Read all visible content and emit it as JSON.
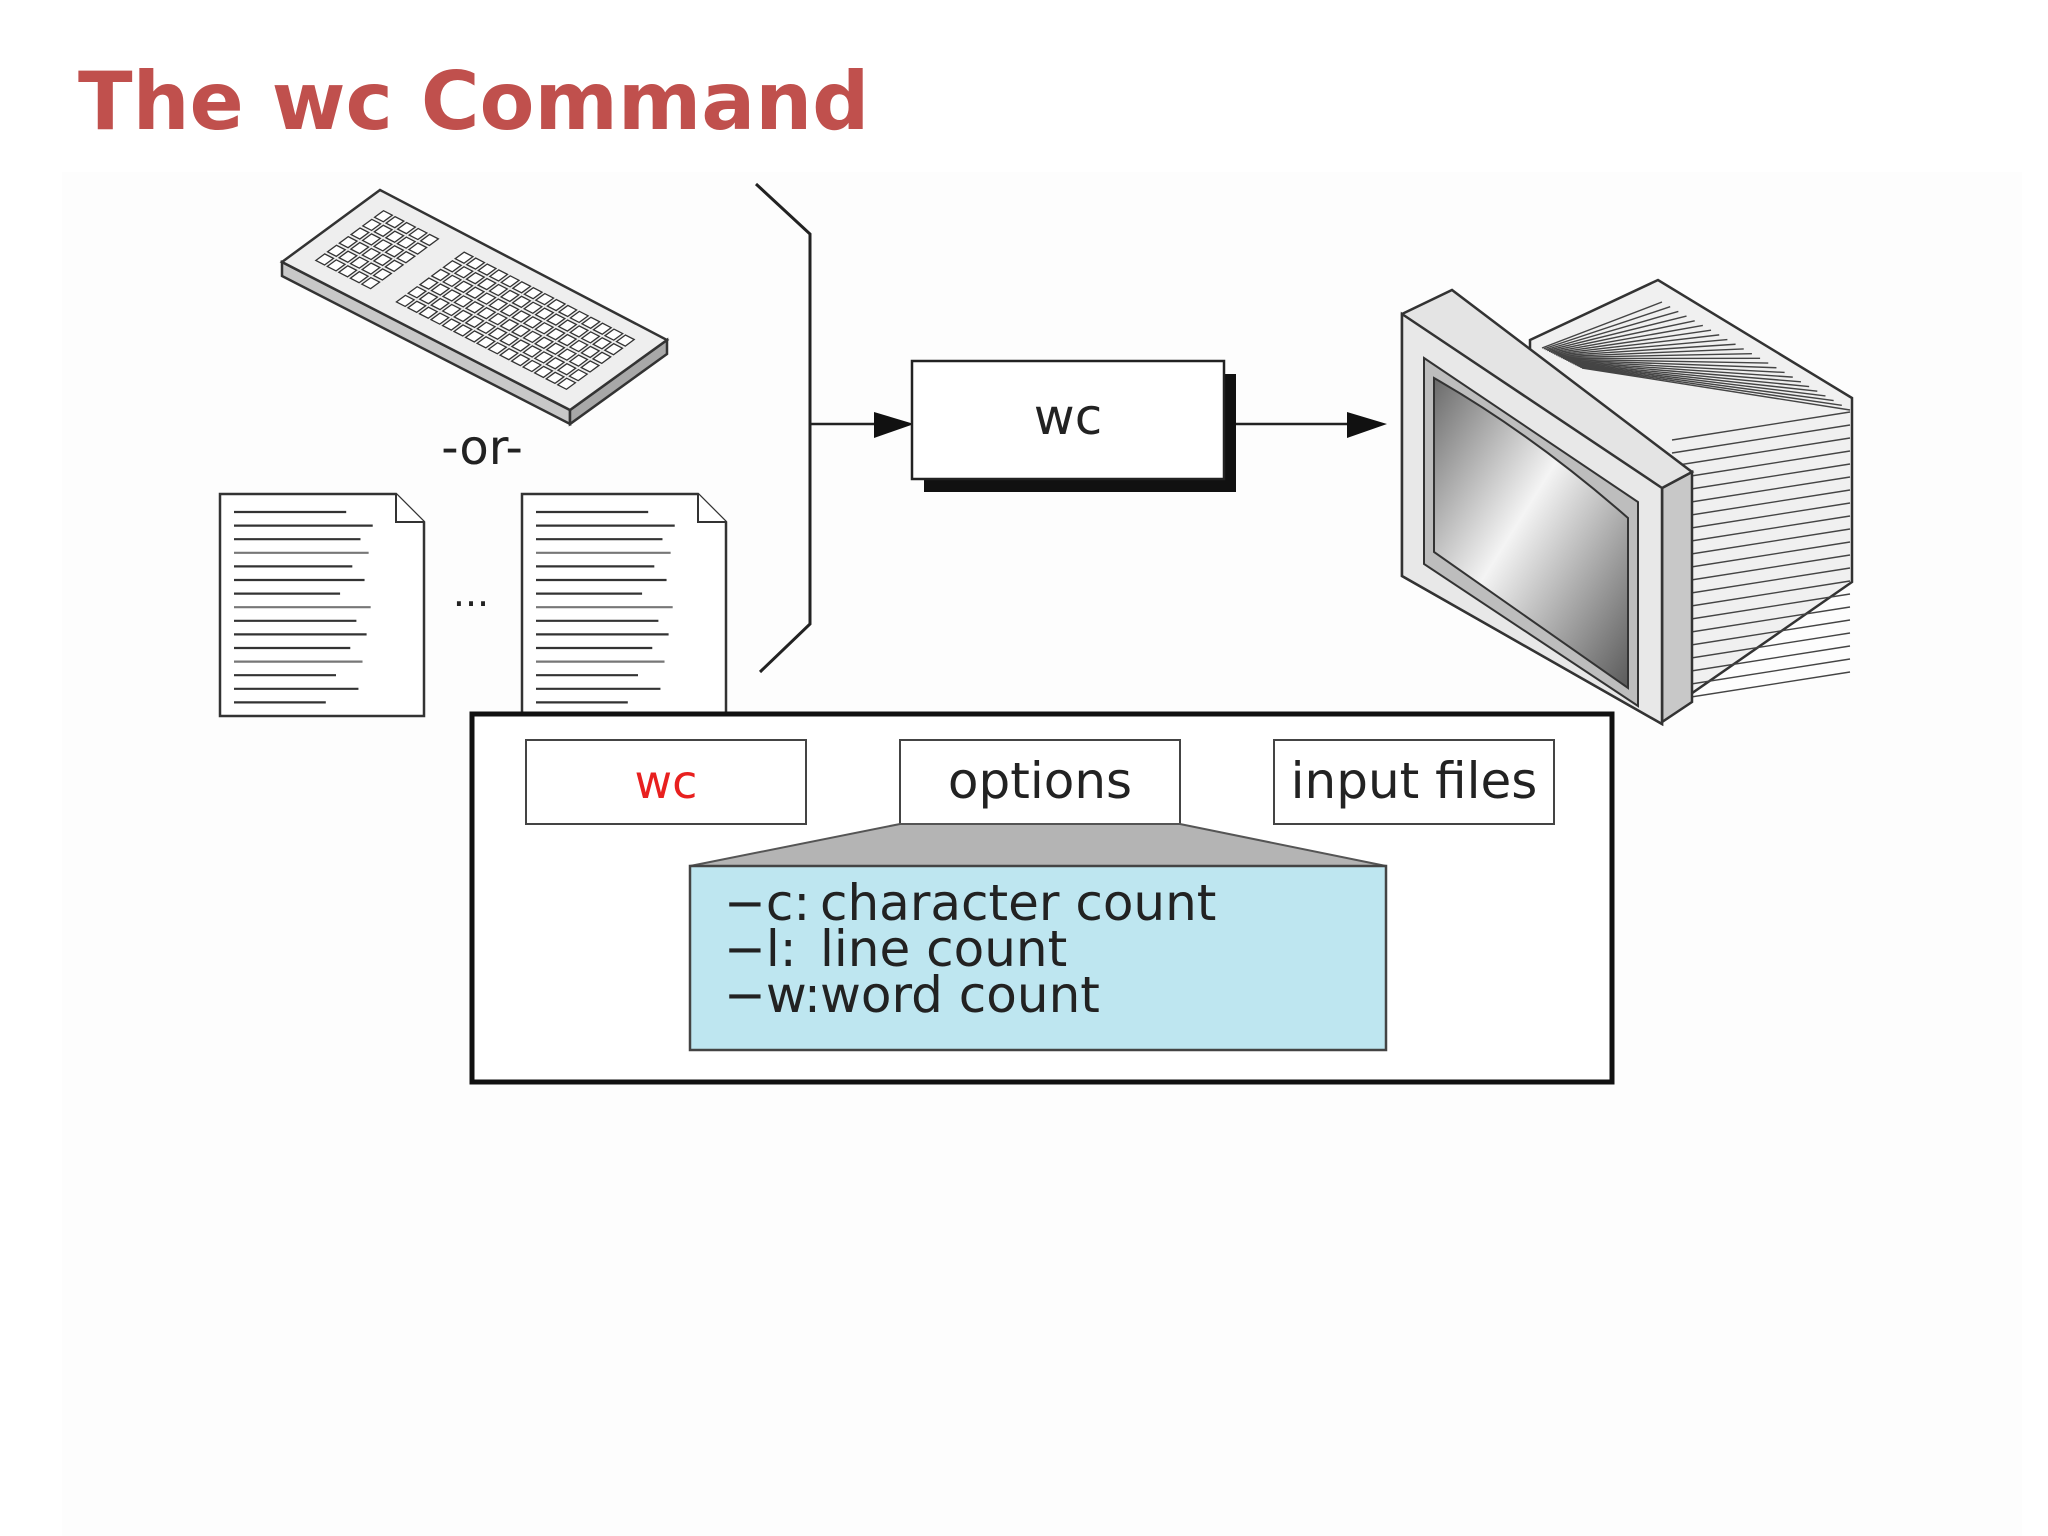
{
  "slide": {
    "title": "The wc Command"
  },
  "diagram": {
    "separator": "-or-",
    "ellipsis": "...",
    "process_label": "wc",
    "icons": {
      "keyboard": "keyboard-icon",
      "document": "document-icon",
      "monitor": "monitor-icon"
    },
    "syntax": {
      "command": "wc",
      "options": "options",
      "inputs": "input files",
      "option_list": [
        {
          "flag": "−c:",
          "desc": "character count"
        },
        {
          "flag": "−l:",
          "desc": "line count"
        },
        {
          "flag": "−w:",
          "desc": "word count"
        }
      ]
    },
    "colors": {
      "title": "#c0504d",
      "command": "#e8201f",
      "option_panel": "#bee6f0",
      "wedge": "#b4b4b4"
    }
  }
}
